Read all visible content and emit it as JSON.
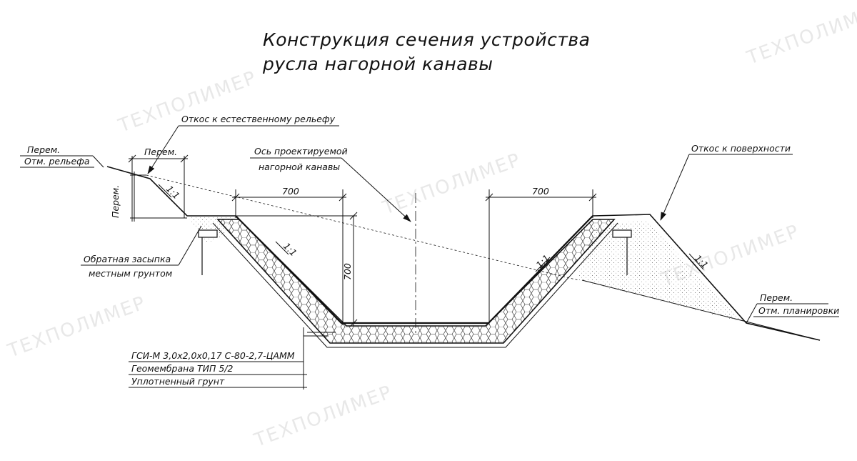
{
  "title": {
    "line1": "Конструкция сечения устройства",
    "line2": "русла нагорной канавы"
  },
  "watermark": {
    "text": "ТЕХПОЛИМЕР"
  },
  "labels": {
    "per_left": "Перем.",
    "otm_relief": "Отм. рельефа",
    "per_top": "Перем.",
    "per_vertical": "Перем.",
    "slope_natural": "Откос к естественному рельефу",
    "axis_line1": "Ось проектируемой",
    "axis_line2": "нагорной канавы",
    "slope_surface": "Откос к поверхности",
    "backfill_line1": "Обратная засыпка",
    "backfill_line2": "местным грунтом",
    "per_right": "Перем.",
    "otm_plan": "Отм. планировки",
    "gsi": "ГСИ-М 3,0х2,0х0,17 С-80-2,7-ЦАММ",
    "geomembrane": "Геомембрана ТИП 5/2",
    "soil": "Уплотненный грунт"
  },
  "dimensions": {
    "width_left": "700",
    "width_right": "700",
    "depth": "700",
    "slope_ratio": "1:1"
  },
  "colors": {
    "line": "#111111",
    "watermark": "#e8e8e8"
  }
}
